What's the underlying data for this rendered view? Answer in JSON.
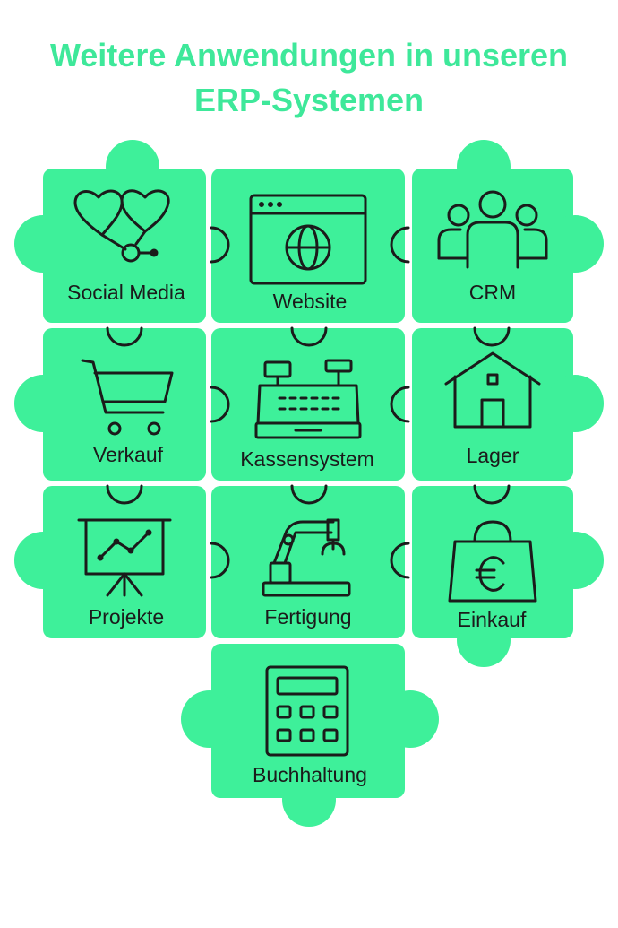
{
  "title": {
    "line1": "Weitere Anwendungen in unseren",
    "line2": "ERP-Systemen"
  },
  "colors": {
    "accent": "#3ee89a",
    "piece": "#3ef09a",
    "ink": "#1b1b1b"
  },
  "pieces": [
    {
      "label": "Social Media",
      "icon": "hearts-network-icon"
    },
    {
      "label": "Website",
      "icon": "website-globe-icon"
    },
    {
      "label": "CRM",
      "icon": "people-group-icon"
    },
    {
      "label": "Verkauf",
      "icon": "shopping-cart-icon"
    },
    {
      "label": "Kassensystem",
      "icon": "cash-register-icon"
    },
    {
      "label": "Lager",
      "icon": "warehouse-house-icon"
    },
    {
      "label": "Projekte",
      "icon": "presentation-chart-icon"
    },
    {
      "label": "Fertigung",
      "icon": "robot-arm-icon"
    },
    {
      "label": "Einkauf",
      "icon": "shopping-bag-euro-icon"
    },
    {
      "label": "Buchhaltung",
      "icon": "calculator-icon"
    }
  ]
}
